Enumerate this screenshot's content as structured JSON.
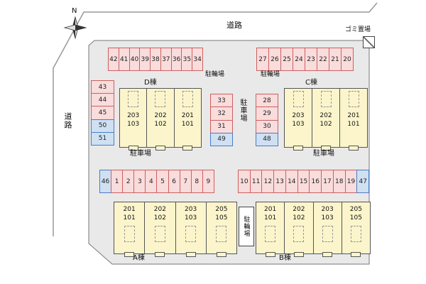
{
  "compass": {
    "north_label": "N"
  },
  "roads": {
    "top": "道路",
    "left": "道路"
  },
  "garbage": {
    "label": "ゴミ置場"
  },
  "area_labels": {
    "bike_top_left": "駐輪場",
    "bike_top_right": "駐輪場",
    "car_center_vertical": "駐車場",
    "car_mid_left": "駐車場",
    "car_mid_right": "駐車場",
    "bike_bottom": "駐輪場"
  },
  "colors": {
    "site_fill": "#e9e9e9",
    "parking_pink_fill": "#f9dcdc",
    "parking_pink_border": "#cc6060",
    "parking_blue_fill": "#cfe0f2",
    "parking_blue_border": "#4a7cc7",
    "building_fill": "#fcf5cc"
  },
  "parking": {
    "row_top_left": [
      {
        "n": "42",
        "c": "pink"
      },
      {
        "n": "41",
        "c": "pink"
      },
      {
        "n": "40",
        "c": "pink"
      },
      {
        "n": "39",
        "c": "pink"
      },
      {
        "n": "38",
        "c": "pink"
      },
      {
        "n": "37",
        "c": "pink"
      },
      {
        "n": "36",
        "c": "pink"
      },
      {
        "n": "35",
        "c": "pink"
      },
      {
        "n": "34",
        "c": "pink"
      }
    ],
    "row_top_right": [
      {
        "n": "27",
        "c": "pink"
      },
      {
        "n": "26",
        "c": "pink"
      },
      {
        "n": "25",
        "c": "pink"
      },
      {
        "n": "24",
        "c": "pink"
      },
      {
        "n": "23",
        "c": "pink"
      },
      {
        "n": "22",
        "c": "pink"
      },
      {
        "n": "21",
        "c": "pink"
      },
      {
        "n": "20",
        "c": "pink"
      }
    ],
    "col_left": [
      {
        "n": "43",
        "c": "pink"
      },
      {
        "n": "44",
        "c": "pink"
      },
      {
        "n": "45",
        "c": "pink"
      },
      {
        "n": "50",
        "c": "blue"
      },
      {
        "n": "51",
        "c": "blue"
      }
    ],
    "col_mid_left": [
      {
        "n": "33",
        "c": "pink"
      },
      {
        "n": "32",
        "c": "pink"
      },
      {
        "n": "31",
        "c": "pink"
      },
      {
        "n": "49",
        "c": "blue"
      }
    ],
    "col_mid_right": [
      {
        "n": "28",
        "c": "pink"
      },
      {
        "n": "29",
        "c": "pink"
      },
      {
        "n": "30",
        "c": "pink"
      },
      {
        "n": "48",
        "c": "blue"
      }
    ],
    "row_mid_left": [
      {
        "n": "46",
        "c": "blue"
      },
      {
        "n": "1",
        "c": "pink"
      },
      {
        "n": "2",
        "c": "pink"
      },
      {
        "n": "3",
        "c": "pink"
      },
      {
        "n": "4",
        "c": "pink"
      },
      {
        "n": "5",
        "c": "pink"
      },
      {
        "n": "6",
        "c": "pink"
      },
      {
        "n": "7",
        "c": "pink"
      },
      {
        "n": "8",
        "c": "pink"
      },
      {
        "n": "9",
        "c": "pink"
      }
    ],
    "row_mid_right": [
      {
        "n": "10",
        "c": "pink"
      },
      {
        "n": "11",
        "c": "pink"
      },
      {
        "n": "12",
        "c": "pink"
      },
      {
        "n": "13",
        "c": "pink"
      },
      {
        "n": "14",
        "c": "pink"
      },
      {
        "n": "15",
        "c": "pink"
      },
      {
        "n": "16",
        "c": "pink"
      },
      {
        "n": "17",
        "c": "pink"
      },
      {
        "n": "18",
        "c": "pink"
      },
      {
        "n": "19",
        "c": "pink"
      },
      {
        "n": "47",
        "c": "blue"
      }
    ]
  },
  "buildings": {
    "d": {
      "name": "D棟",
      "units": [
        {
          "upper": "203",
          "lower": "103"
        },
        {
          "upper": "202",
          "lower": "102"
        },
        {
          "upper": "201",
          "lower": "101"
        }
      ]
    },
    "c": {
      "name": "C棟",
      "units": [
        {
          "upper": "203",
          "lower": "103"
        },
        {
          "upper": "202",
          "lower": "102"
        },
        {
          "upper": "201",
          "lower": "101"
        }
      ]
    },
    "a": {
      "name": "A棟",
      "units": [
        {
          "upper": "201",
          "lower": "101"
        },
        {
          "upper": "202",
          "lower": "102"
        },
        {
          "upper": "203",
          "lower": "103"
        },
        {
          "upper": "205",
          "lower": "105"
        }
      ]
    },
    "b": {
      "name": "B棟",
      "units": [
        {
          "upper": "201",
          "lower": "101"
        },
        {
          "upper": "202",
          "lower": "102"
        },
        {
          "upper": "203",
          "lower": "103"
        },
        {
          "upper": "205",
          "lower": "105"
        }
      ]
    }
  }
}
